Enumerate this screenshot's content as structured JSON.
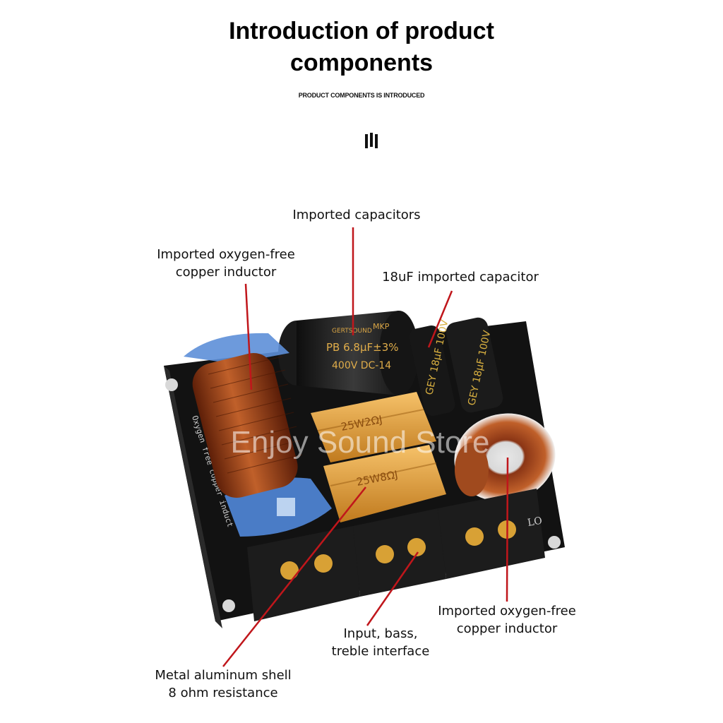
{
  "header": {
    "title_line1": "Introduction of product",
    "title_line2": "components",
    "subtitle": "PRODUCT COMPONENTS IS INTRODUCED"
  },
  "watermark": "Enjoy Sound Store",
  "callouts": {
    "imported_capacitors": "Imported capacitors",
    "inductor_top_line1": "Imported oxygen-free",
    "inductor_top_line2": "copper inductor",
    "cap_18uf": "18uF imported capacitor",
    "inductor_bottom_line1": "Imported oxygen-free",
    "inductor_bottom_line2": "copper inductor",
    "interface_line1": "Input, bass,",
    "interface_line2": "treble interface",
    "resistor_line1": "Metal aluminum shell",
    "resistor_line2": "8 ohm resistance"
  },
  "product_markings": {
    "cap_brand": "GERTSOUND",
    "cap_type": "MKP",
    "cap_value": "PB 6.8μF±3%",
    "cap_rating": "400V DC-14",
    "resistor1": "25W2ΩJ",
    "resistor2": "25W8ΩJ",
    "elec_cap": "GEY 18μF 100V",
    "terminal_lo": "LO",
    "pcb_text": "Oxygen free copper induct"
  },
  "colors": {
    "callout_line": "#c0161b",
    "pcb": "#141414",
    "copper": "#a2431c",
    "resistor_gold": "#e8a23a"
  }
}
